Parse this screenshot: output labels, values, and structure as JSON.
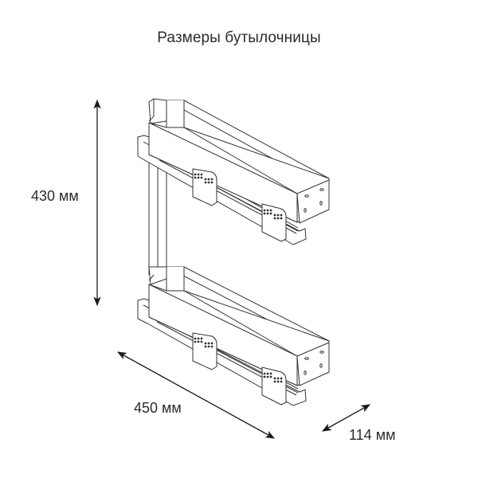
{
  "title": "Размеры бутылочницы",
  "dimensions": {
    "height": {
      "label": "430 мм",
      "value": 430,
      "unit": "мм"
    },
    "length": {
      "label": "450 мм",
      "value": 450,
      "unit": "мм"
    },
    "depth": {
      "label": "114 мм",
      "value": 114,
      "unit": "мм"
    }
  },
  "drawing": {
    "subject": "two-tier pull-out bottle holder",
    "tiers": 2,
    "line_color": "#333333",
    "arrow_color": "#1a1a1a"
  }
}
